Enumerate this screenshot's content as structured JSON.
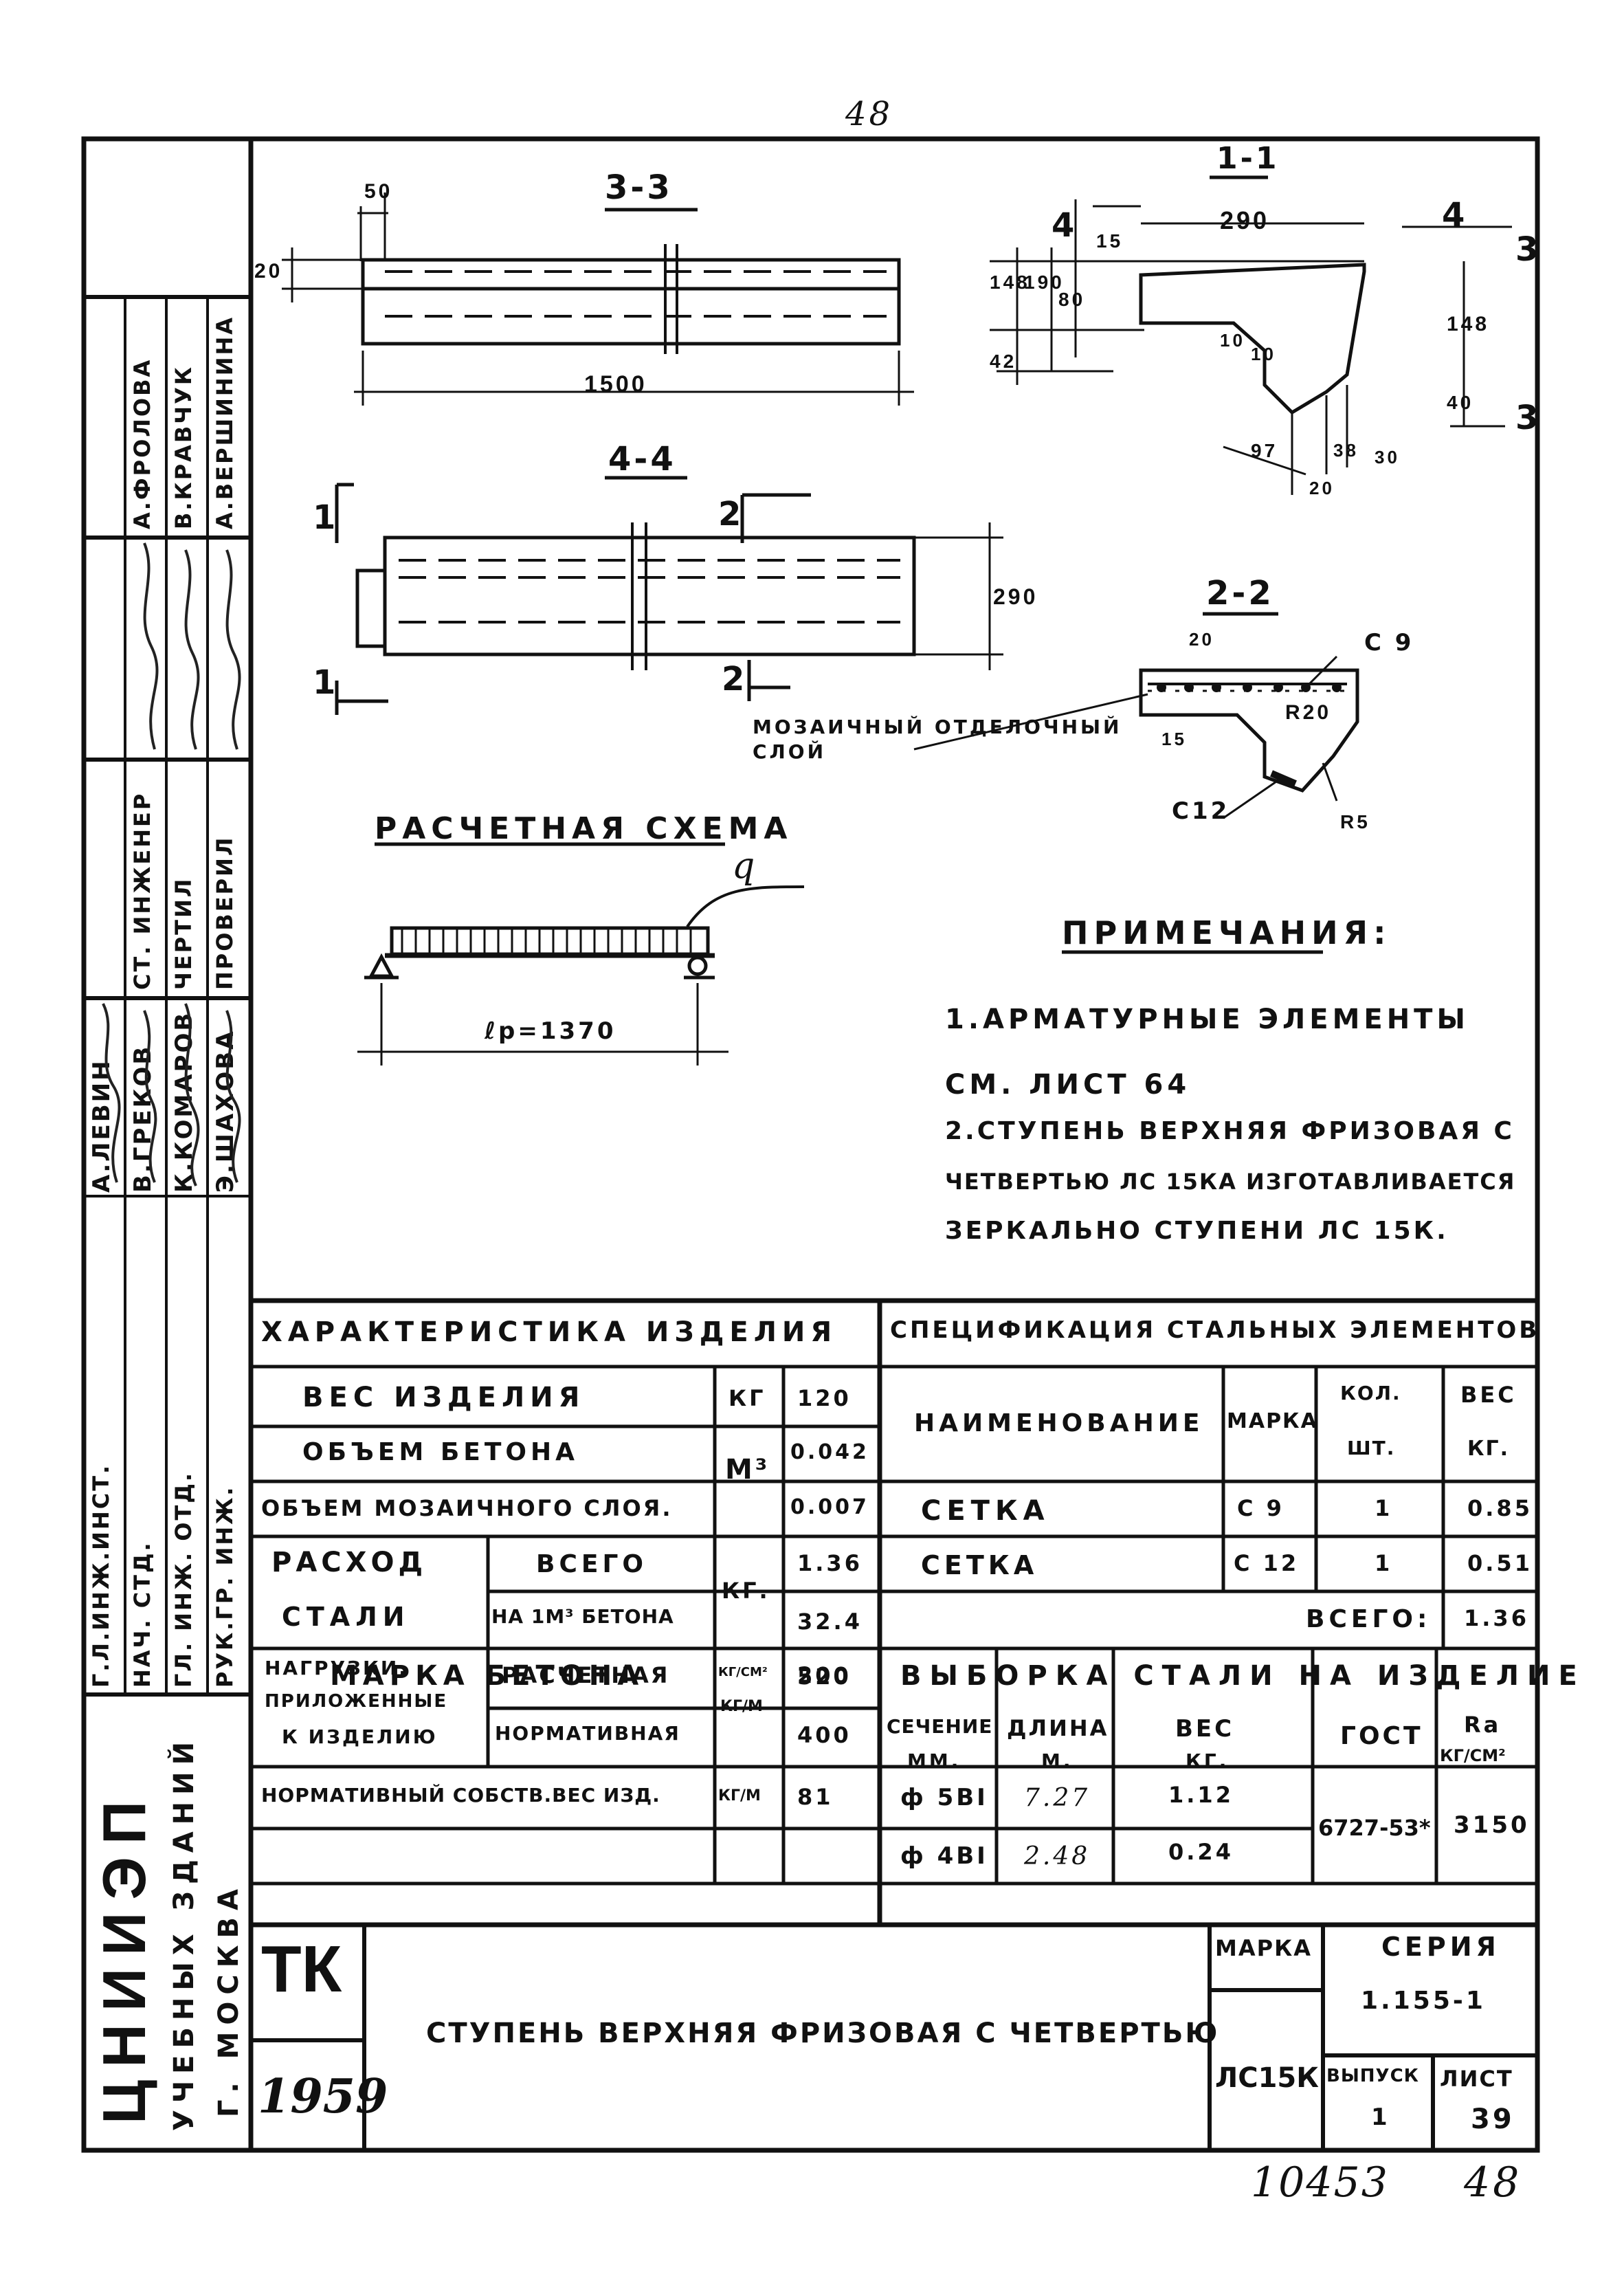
{
  "page_number_top": "48",
  "sections": {
    "s33": "3-3",
    "s11": "1-1",
    "s44": "4-4",
    "s22": "2-2"
  },
  "dims": {
    "d50": "50",
    "d20": "20",
    "d1500": "1500",
    "d290": "290",
    "d15": "15",
    "d148a": "148",
    "d190": "190",
    "d80": "80",
    "d42": "42",
    "d10a": "10",
    "d10b": "10",
    "d148b": "148",
    "d40": "40",
    "d97": "97",
    "d38": "38",
    "d30": "30",
    "d20b": "20",
    "d290b": "290",
    "d20c": "20",
    "d15b": "15",
    "r20": "R20",
    "r5": "R5",
    "c9": "С 9",
    "c12": "С12",
    "num4a": "4",
    "num4b": "4",
    "num3a": "3",
    "num3b": "3",
    "num1a": "1",
    "num1b": "1",
    "num2a": "2",
    "num2b": "2",
    "q": "q",
    "lp": "ℓр=1370"
  },
  "mosaic_label": "МОЗАИЧНЫЙ ОТДЕЛОЧНЫЙ СЛОЙ",
  "calc_scheme_title": "РАСЧЕТНАЯ СХЕМА",
  "notes": {
    "title": "ПРИМЕЧАНИЯ:",
    "line1": "1.АРМАТУРНЫЕ ЭЛЕМЕНТЫ",
    "line2": "СМ. ЛИСТ 64",
    "line3": "2.СТУПЕНЬ ВЕРХНЯЯ ФРИЗОВАЯ С",
    "line4": "ЧЕТВЕРТЬЮ ЛС 15КА ИЗГОТАВЛИВАЕТСЯ",
    "line5": "ЗЕРКАЛЬНО СТУПЕНИ ЛС 15К."
  },
  "char_table": {
    "title": "ХАРАКТЕРИСТИКА ИЗДЕЛИЯ",
    "weight_label": "ВЕС ИЗДЕЛИЯ",
    "weight_unit": "КГ",
    "weight_value": "120",
    "concrete_vol_label": "ОБЪЕМ БЕТОНА",
    "vol_unit": "М³",
    "concrete_vol_value": "0.042",
    "mosaic_vol_label": "ОБЪЕМ МОЗАИЧНОГО СЛОЯ.",
    "mosaic_vol_value": "0.007",
    "steel_label1": "РАСХОД",
    "steel_label2": "СТАЛИ",
    "steel_total_label": "ВСЕГО",
    "steel_per_m3_label": "НА 1М³ БЕТОНА",
    "steel_unit": "КГ.",
    "steel_total_value": "1.36",
    "steel_per_m3_value": "32.4",
    "concrete_grade_label": "МАРКА БЕТОНА",
    "concrete_grade_unit": "КГ/СМ²",
    "concrete_grade_value": "200",
    "loads_label1": "НАГРУЗКИ,",
    "loads_label2": "ПРИЛОЖЕННЫЕ",
    "loads_label3": "К ИЗДЕЛИЮ",
    "load_calc_label": "РАСЧЕТНАЯ",
    "load_norm_label": "НОРМАТИВНАЯ",
    "load_unit": "КГ/М",
    "load_calc_value": "520",
    "load_norm_value": "400",
    "self_weight_label": "НОРМАТИВНЫЙ СОБСТВ.ВЕС ИЗД.",
    "self_weight_unit": "КГ/М",
    "self_weight_value": "81"
  },
  "spec_table": {
    "title": "СПЕЦИФИКАЦИЯ СТАЛЬНЫХ ЭЛЕМЕНТОВ",
    "col_name": "НАИМЕНОВАНИЕ",
    "col_mark": "МАРКА",
    "col_qty1": "КОЛ.",
    "col_qty2": "ШТ.",
    "col_weight1": "ВЕС",
    "col_weight2": "КГ.",
    "rows": [
      {
        "name": "СЕТКА",
        "mark": "С 9",
        "qty": "1",
        "weight": "0.85"
      },
      {
        "name": "СЕТКА",
        "mark": "С 12",
        "qty": "1",
        "weight": "0.51"
      }
    ],
    "total_label": "ВСЕГО:",
    "total_value": "1.36"
  },
  "selection_table": {
    "title": "ВЫБОРКА СТАЛИ НА ИЗДЕЛИЕ",
    "col_section1": "СЕЧЕНИЕ",
    "col_section2": "ММ.",
    "col_length1": "ДЛИНА",
    "col_length2": "М.",
    "col_weight1": "ВЕС",
    "col_weight2": "КГ.",
    "col_gost": "ГОСТ",
    "col_ra1": "Rа",
    "col_ra2": "КГ/СМ²",
    "rows": [
      {
        "section": "ф 5ВI",
        "length": "7.27",
        "weight": "1.12"
      },
      {
        "section": "ф 4ВI",
        "length": "2.48",
        "weight": "0.24"
      }
    ],
    "gost": "6727-53*",
    "ra": "3150"
  },
  "title_block": {
    "tk": "ТК",
    "year": "1959",
    "title": "СТУПЕНЬ ВЕРХНЯЯ ФРИЗОВАЯ С ЧЕТВЕРТЬЮ",
    "mark_label": "МАРКА",
    "mark_value": "ЛС15К",
    "series_label": "СЕРИЯ",
    "series_value": "1.155-1",
    "issue_label": "ВЫПУСК",
    "issue_value": "1",
    "sheet_label": "ЛИСТ",
    "sheet_value": "39"
  },
  "bottom_notes": {
    "left": "10453",
    "right": "48"
  },
  "left_strip": {
    "org1": "ЦНИИЭП",
    "org2": "УЧЕБНЫХ ЗДАНИЙ",
    "org3": "Г. МОСКВА",
    "roles": [
      "Г.Л.ИНЖ.ИНСТ.",
      "НАЧ. СТД.",
      "ГЛ. ИНЖ. ОТД.",
      "РУК.ГР. ИНЖ."
    ],
    "names": [
      "А.ЛЕВИН",
      "В.ГРЕКОВ",
      "К.КОМАРОВ",
      "Э.ШАХОВА"
    ],
    "roles2": [
      "СТ. ИНЖЕНЕР",
      "ЧЕРТИЛ",
      "ПРОВЕРИЛ"
    ],
    "names2": [
      "А.ФРОЛОВА",
      "В.КРАВЧУК",
      "А.ВЕРШИНИНА"
    ]
  }
}
